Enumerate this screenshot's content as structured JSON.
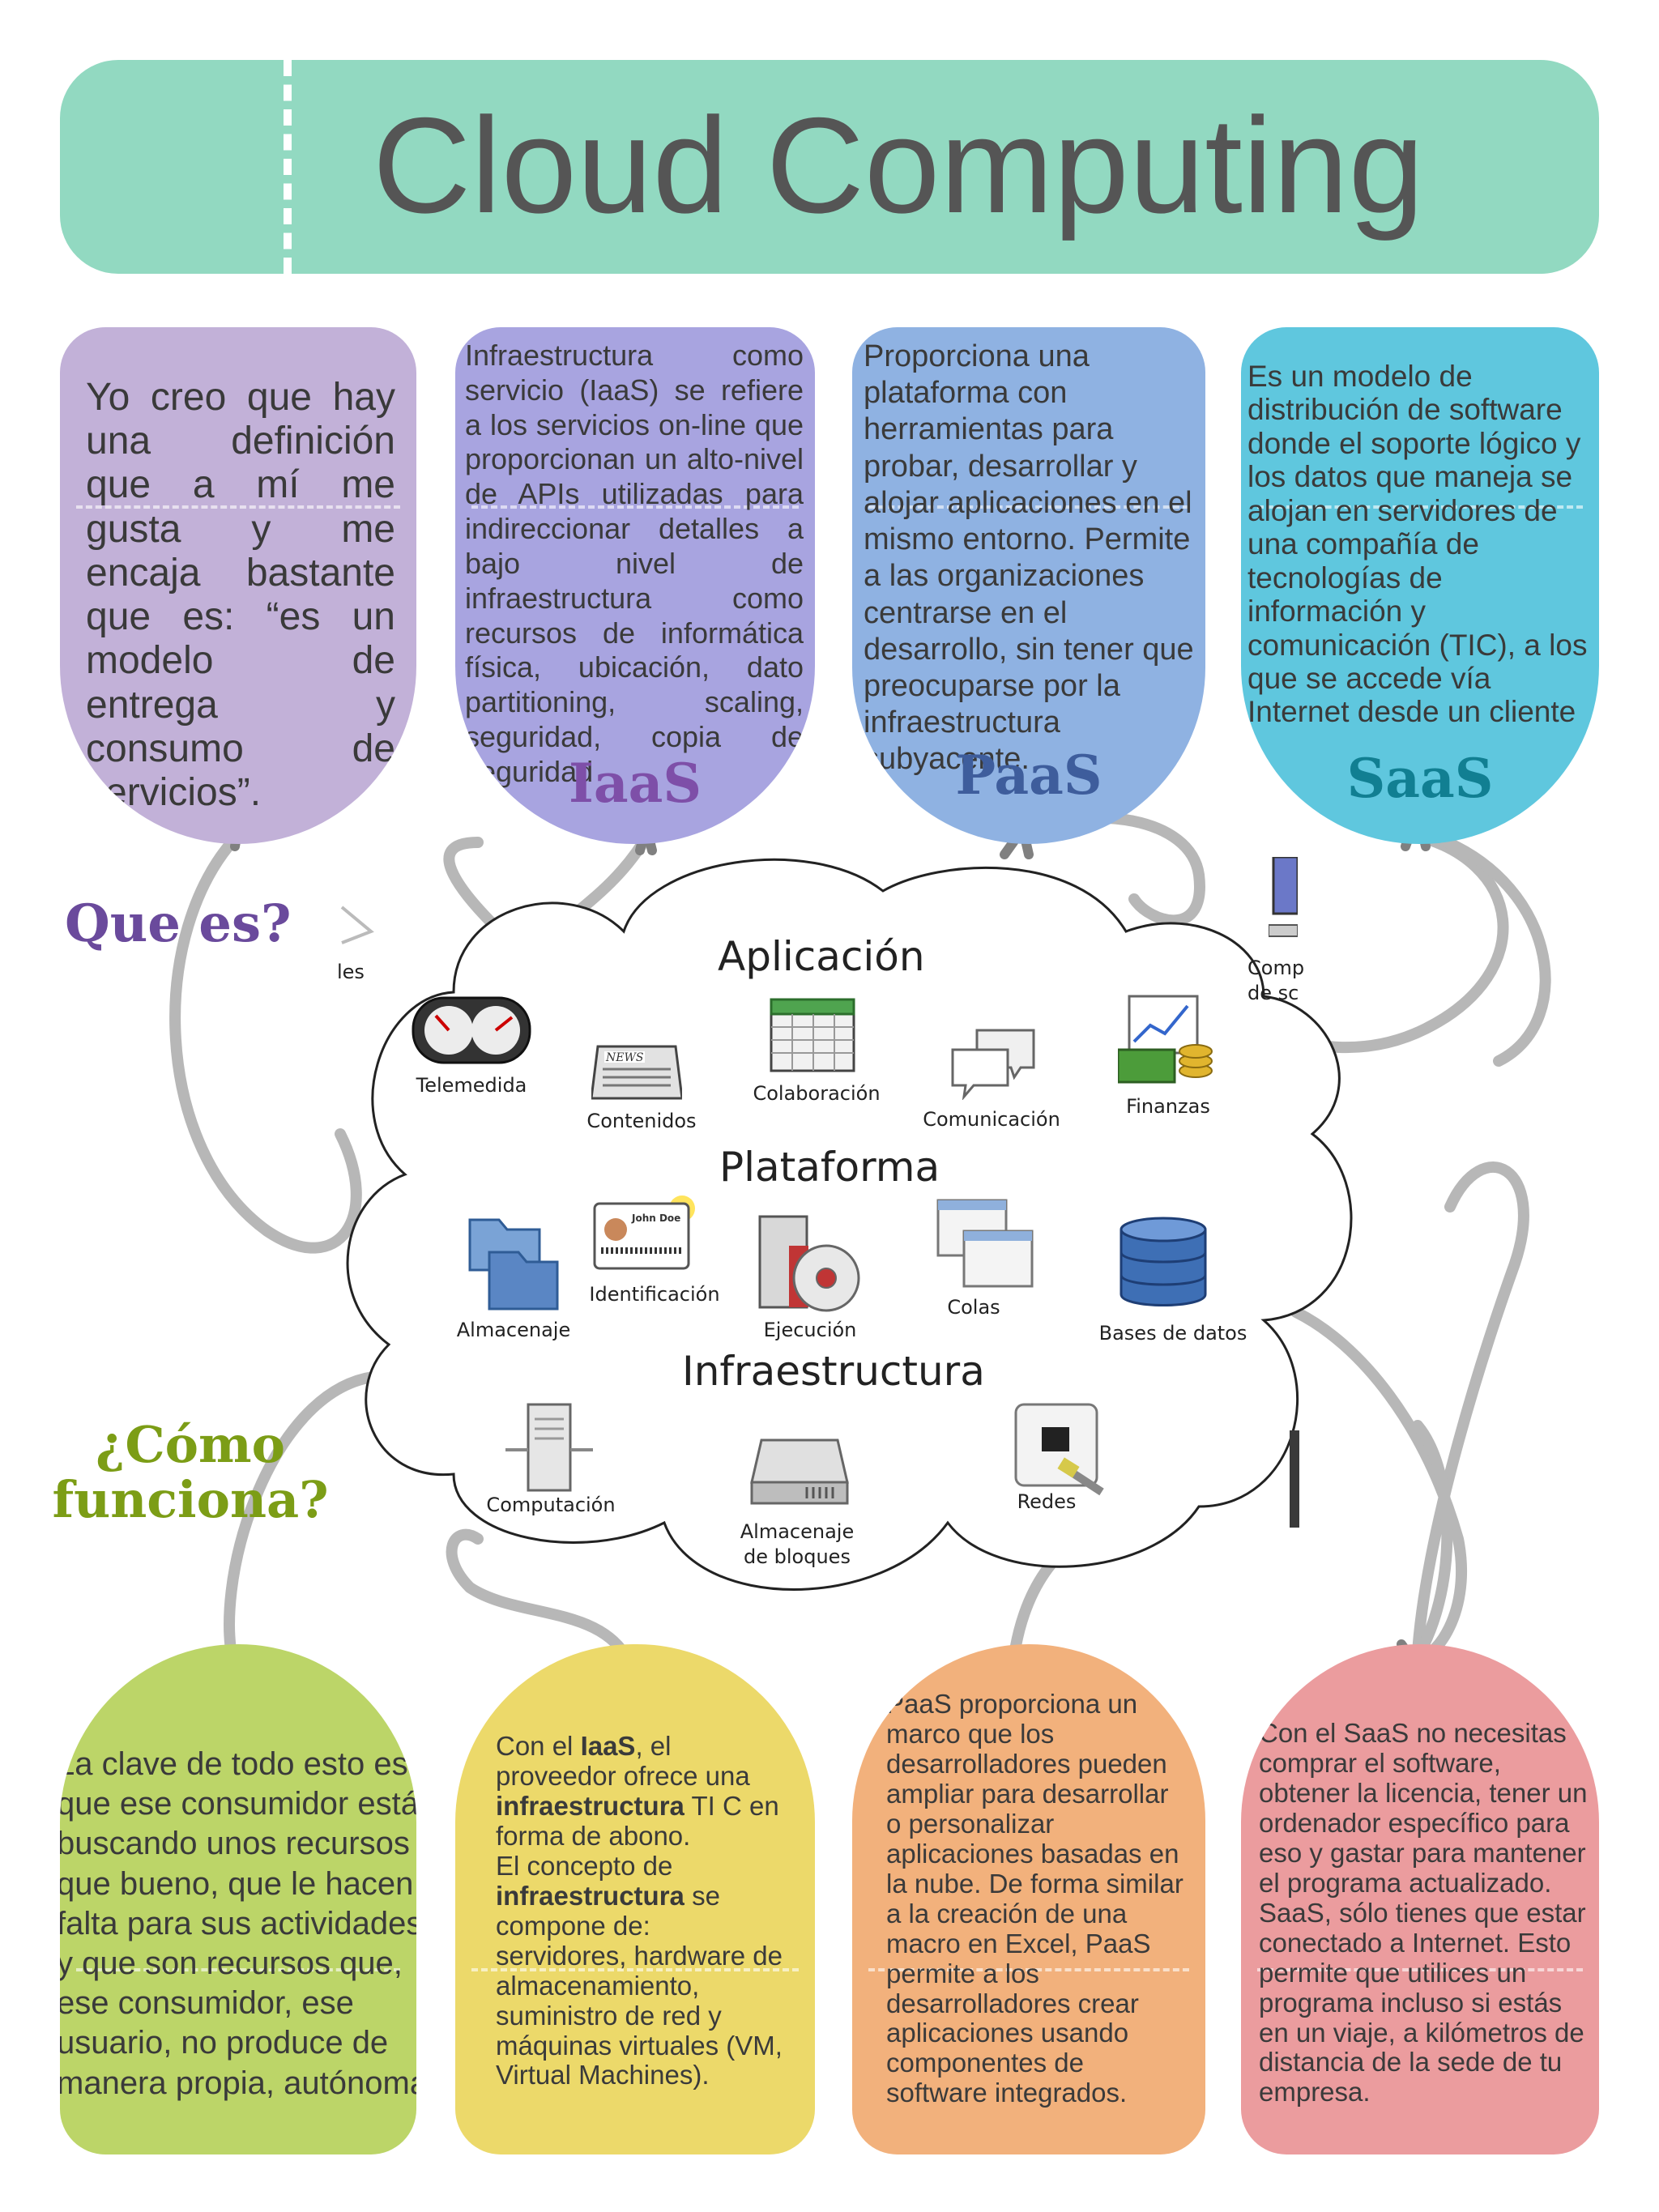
{
  "header": {
    "title": "Cloud Computing"
  },
  "top_cards": {
    "intro": {
      "text": "Yo creo que hay una definición que a mí me gusta y me encaja bastante que es: “es un modelo de entrega y consumo de servicios”."
    },
    "iaas": {
      "text": "Infraestructura como servicio (IaaS) se refiere a los servicios on-line que proporcionan un alto-nivel de APIs utilizadas para indireccionar detalles a bajo nivel de infraestructura como recursos de informática física, ubicación, dato partitioning, scaling, seguridad, copia de seguridad",
      "title": "IaaS"
    },
    "paas": {
      "text": "Proporciona una plataforma con herramientas para probar, desarrollar y alojar aplicaciones en el mismo entorno. Permite a las organizaciones centrarse en el desarrollo, sin tener que preocuparse por la infraestructura subyacente.",
      "title": "PaaS"
    },
    "saas": {
      "text": "Es un modelo de distribución de software donde el soporte lógico y los datos que maneja se alojan en servidores de una compañía de tecnologías de información y comunicación (TIC), a los que se accede vía Internet desde un cliente",
      "title": "SaaS"
    }
  },
  "side_labels": {
    "que_es": "Que es?",
    "como_funciona": "¿Cómo funciona?"
  },
  "cloud": {
    "layers": {
      "aplicacion": "Aplicación",
      "plataforma": "Plataforma",
      "infraestructura": "Infraestructura"
    },
    "services": {
      "telemedida": "Telemedida",
      "contenidos": "Contenidos",
      "colaboracion": "Colaboración",
      "comunicacion": "Comunicación",
      "finanzas": "Finanzas",
      "almacenaje": "Almacenaje",
      "identificacion": "Identificación",
      "ejecucion": "Ejecución",
      "colas": "Colas",
      "bases_datos": "Bases de datos",
      "computacion": "Computación",
      "almacenaje_bloques_1": "Almacenaje",
      "almacenaje_bloques_2": "de bloques",
      "redes": "Redes"
    },
    "news_glyph": "NEWS",
    "id_card_glyph": "John Doe",
    "peek": {
      "les": "les",
      "comp_1": "Comp",
      "comp_2": "de sc"
    }
  },
  "bottom_cards": {
    "clave": {
      "text": "La clave de todo esto es que ese consumidor está buscando unos recursos que bueno, que le hacen falta para sus actividades y que son recursos que, ese consumidor, ese usuario, no produce de manera propia, autónoma"
    },
    "iaas": {
      "p1_pre": "Con el ",
      "p1_bold": "IaaS",
      "p1_mid": ", el proveedor ofrece una ",
      "p1_bold2": "infraestructura",
      "p1_post": " TI C en forma de abono.",
      "p2_pre": "El concepto de ",
      "p2_bold": "infraestructura",
      "p2_post": " se compone de: servidores, hardware de almacenamiento, suministro de red y máquinas virtuales (VM, Virtual Machines)."
    },
    "paas": {
      "text": "PaaS proporciona un marco que los desarrolladores pueden ampliar para desarrollar o personalizar aplicaciones basadas en la nube. De forma similar a la creación de una macro en Excel, PaaS permite a los desarrolladores crear aplicaciones usando componentes de software integrados."
    },
    "saas": {
      "text": "Con el SaaS no necesitas comprar el software, obtener la licencia, tener un ordenador específico para eso y gastar para mantener el programa actualizado. SaaS, sólo tienes que estar conectado a Internet. Esto permite que utilices un programa incluso si estás en un viaje, a kilómetros de distancia de la sede de tu empresa."
    }
  },
  "colors": {
    "banner": "#92d9c1",
    "intro": "#c2b1d8",
    "iaas": "#a8a4e0",
    "paas": "#8fb2e2",
    "saas": "#5fc7de",
    "green": "#bcd568",
    "yellow": "#ecd96a",
    "orange": "#f2b17c",
    "pink": "#eb9c9e",
    "purple_label": "#6a4a9c",
    "iaas_title": "#7e4fa8",
    "paas_title": "#3e5d9c",
    "saas_title": "#117f92",
    "green_label": "#7c9d16"
  }
}
